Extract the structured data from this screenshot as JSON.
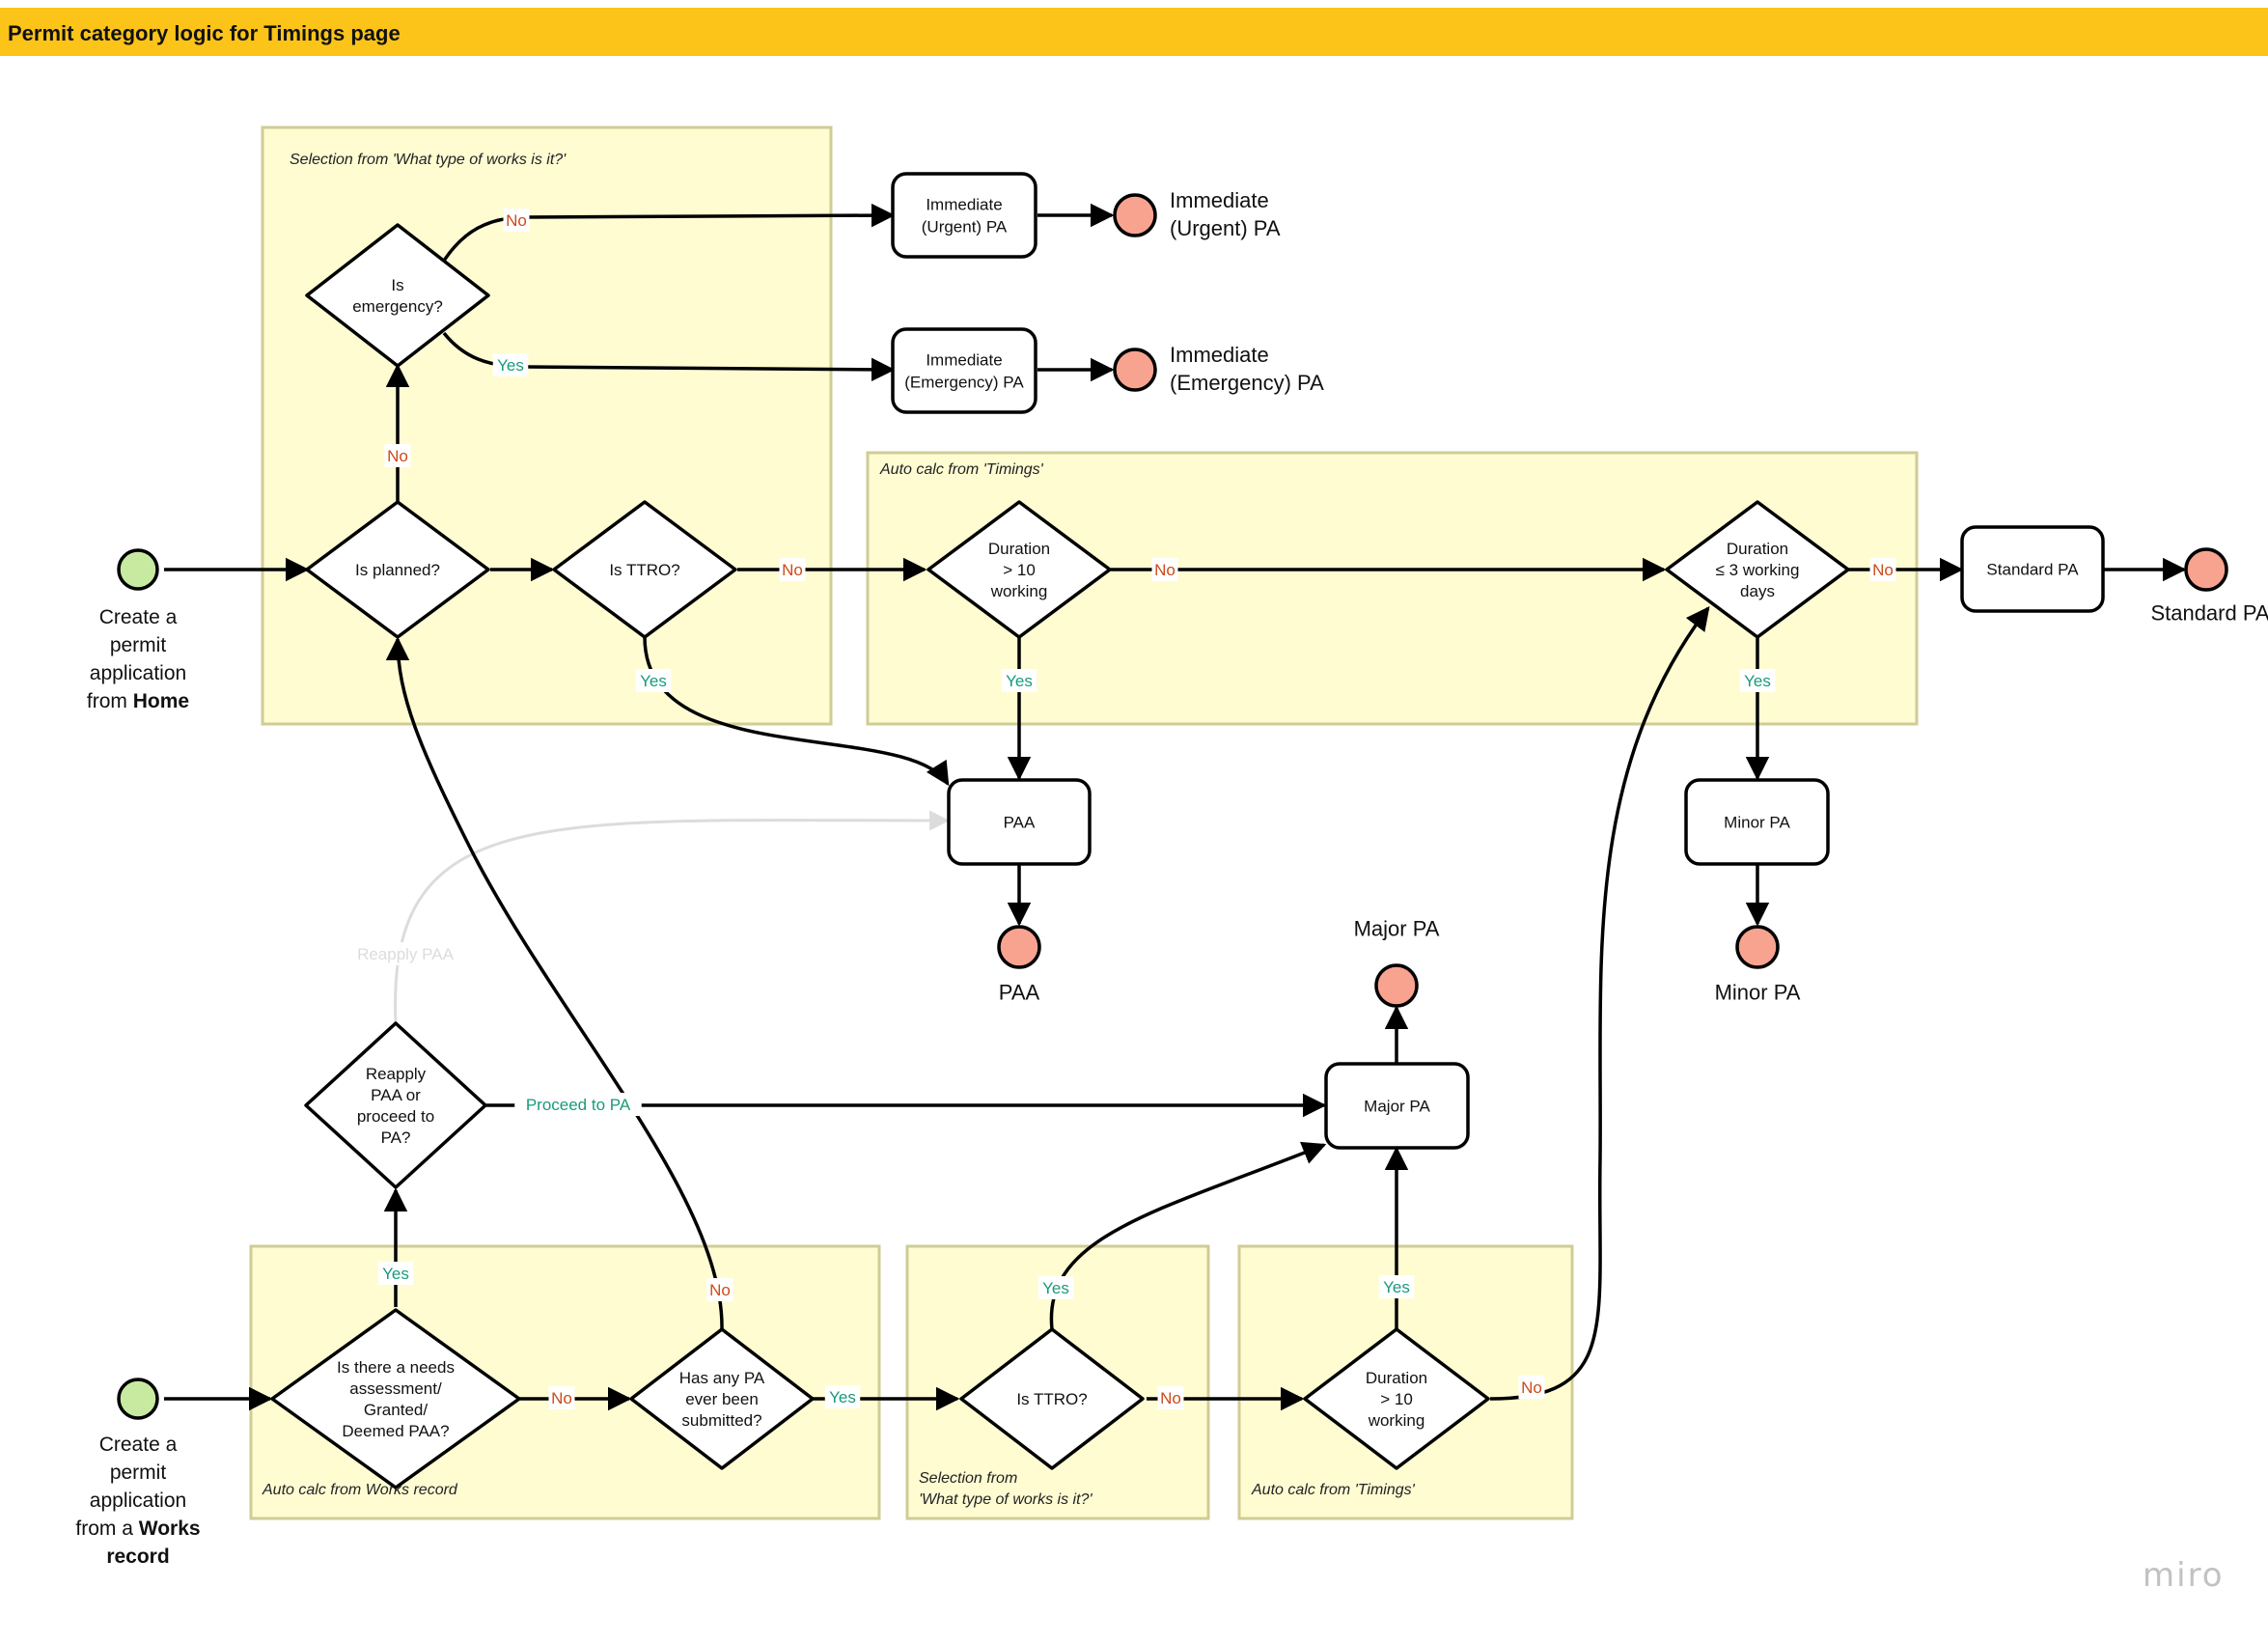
{
  "banner": {
    "title": "Permit category logic for Timings page"
  },
  "watermark": "miro",
  "colors": {
    "banner": "#fcc419",
    "zone_fill": "#fffcd2",
    "zone_stroke": "#cfcc96",
    "start": "#c7eaa0",
    "end": "#f7a390",
    "yes": "#1a9a7c",
    "no": "#cc4b1a",
    "faded": "#dcdcdc"
  },
  "zones": {
    "selection_top": "Selection from 'What type of works is it?'",
    "auto_timings_top": "Auto calc from 'Timings'",
    "works_record": "Auto calc from Works record",
    "selection_bottom": [
      "Selection from",
      "'What type of works is it?'"
    ],
    "auto_timings_bottom": "Auto calc from 'Timings'"
  },
  "start_home": [
    "Create a",
    "permit",
    "application",
    "from "
  ],
  "start_home_bold": "Home",
  "start_works": [
    "Create a",
    "permit",
    "application",
    "from a "
  ],
  "start_works_bold": [
    "Works",
    "record"
  ],
  "decisions": {
    "is_emergency": [
      "Is",
      "emergency?"
    ],
    "is_planned": [
      "Is planned?"
    ],
    "is_ttro": [
      "Is TTRO?"
    ],
    "duration_gt10": [
      "Duration",
      "> 10",
      "working"
    ],
    "duration_le3": [
      "Duration",
      "≤ 3 working",
      "days"
    ],
    "reapply": [
      "Reapply",
      "PAA or",
      "proceed to",
      "PA?"
    ],
    "needs_assessment": [
      "Is there a needs",
      "assessment/",
      "Granted/",
      "Deemed PAA?"
    ],
    "any_pa": [
      "Has any PA",
      "ever been",
      "submitted?"
    ],
    "is_ttro_2": [
      "Is TTRO?"
    ],
    "duration_gt10_2": [
      "Duration",
      "> 10",
      "working"
    ]
  },
  "processes": {
    "immediate_urgent": [
      "Immediate",
      "(Urgent) PA"
    ],
    "immediate_emergency": [
      "Immediate",
      "(Emergency) PA"
    ],
    "standard_pa": [
      "Standard PA"
    ],
    "paa": [
      "PAA"
    ],
    "minor_pa": [
      "Minor PA"
    ],
    "major_pa": [
      "Major PA"
    ]
  },
  "outcomes": {
    "immediate_urgent": [
      "Immediate",
      "(Urgent) PA"
    ],
    "immediate_emergency": [
      "Immediate",
      "(Emergency) PA"
    ],
    "standard_pa": "Standard PA",
    "paa": "PAA",
    "minor_pa": "Minor PA",
    "major_pa": "Major PA"
  },
  "edge_labels": {
    "yes": "Yes",
    "no": "No",
    "proceed": "Proceed to PA",
    "reapply": "Reapply PAA"
  }
}
